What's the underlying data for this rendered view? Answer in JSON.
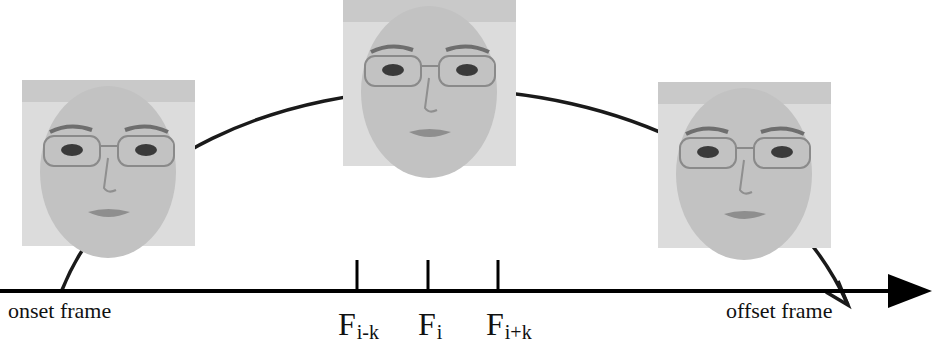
{
  "diagram": {
    "labels": [
      "onset frame",
      "F",
      "i-k",
      "F",
      "i",
      "F",
      "i+k",
      "offset frame"
    ]
  }
}
